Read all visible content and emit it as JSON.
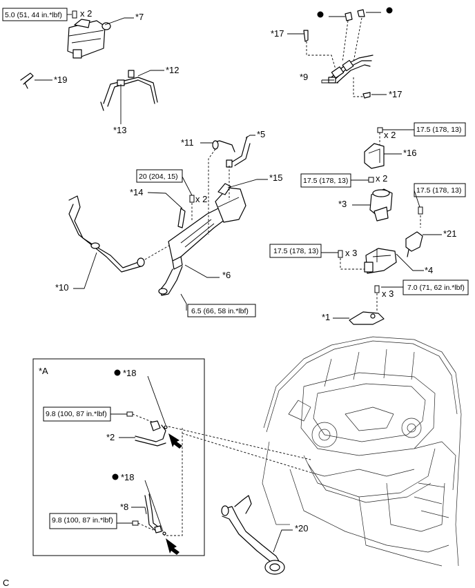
{
  "callouts": {
    "p7": "*7",
    "p19": "*19",
    "p12": "*12",
    "p13": "*13",
    "p17a": "*17",
    "p17b": "*17",
    "p9": "*9",
    "p11": "*11",
    "p5": "*5",
    "p15": "*15",
    "p14": "*14",
    "p10": "*10",
    "p6": "*6",
    "p16": "*16",
    "p3": "*3",
    "p21": "*21",
    "p4": "*4",
    "p1": "*1",
    "p20": "*20",
    "pA": "*A",
    "p18a": "*18",
    "p18b": "*18",
    "p2": "*2",
    "p8": "*8"
  },
  "quantities": {
    "q7": "x 2",
    "q14": "x 2",
    "q16": "x 2",
    "q3": "x 2",
    "q4": "x 3",
    "q1": "x 3"
  },
  "torques": {
    "t7": "5.0 (51, 44 in.*lbf)",
    "t14": "20 (204, 15)",
    "t6": "6.5 (66, 58 in.*lbf)",
    "t16": "17.5 (178, 13)",
    "t3": "17.5 (178, 13)",
    "t21": "17.5 (178, 13)",
    "t4": "17.5 (178, 13)",
    "t1": "7.0 (71, 62 in.*lbf)",
    "t2": "9.8 (100, 87 in.*lbf)",
    "t8": "9.8 (100, 87 in.*lbf)"
  },
  "footer_code": "C",
  "symbols": {
    "dot_marker": "filled-circle-icon",
    "arrow": "view-arrow-icon"
  }
}
